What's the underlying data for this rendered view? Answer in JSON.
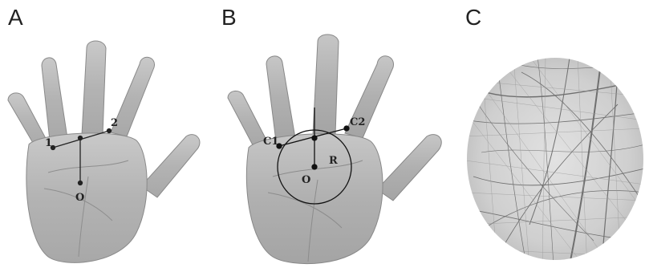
{
  "panels": [
    {
      "letter": "A"
    },
    {
      "letter": "B"
    },
    {
      "letter": "C"
    }
  ],
  "panel_a": {
    "label_left": "1",
    "label_right": "2",
    "label_center": "O"
  },
  "panel_b": {
    "label_left": "C1",
    "label_right": "C2",
    "label_center": "O",
    "label_radius": "R"
  }
}
